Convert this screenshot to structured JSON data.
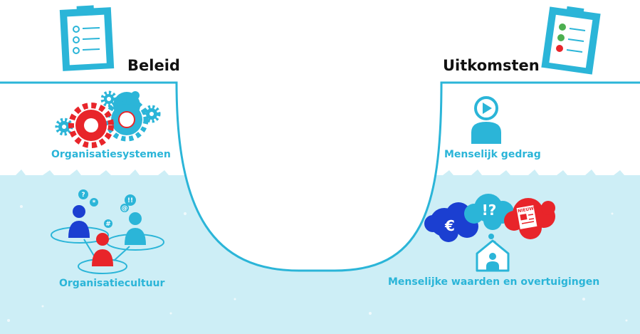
{
  "headings": {
    "left": "Beleid",
    "right": "Uitkomsten"
  },
  "labels": {
    "systems": "Organisatiesystemen",
    "culture": "Organisatiecultuur",
    "behavior": "Menselijk gedrag",
    "values": "Menselijke waarden en overtuigingen"
  },
  "bubbles": {
    "euro": "€",
    "question": "!?",
    "news": "NIEUWS",
    "chat_q": "?",
    "chat_star": "*",
    "chat_excl": "!!",
    "chat_hash": "#",
    "chat_at": "@"
  },
  "colors": {
    "cyan": "#2bb5d8",
    "water": "#cdeef6",
    "red": "#e8252a",
    "blue": "#1b3fd1",
    "dark": "#111111"
  },
  "icons": [
    "clipboard-icon",
    "clipboard-check-icon",
    "gears-icon",
    "people-chat-icon",
    "person-play-icon",
    "thought-clouds-icon",
    "house-person-icon",
    "sailboat-icon"
  ]
}
